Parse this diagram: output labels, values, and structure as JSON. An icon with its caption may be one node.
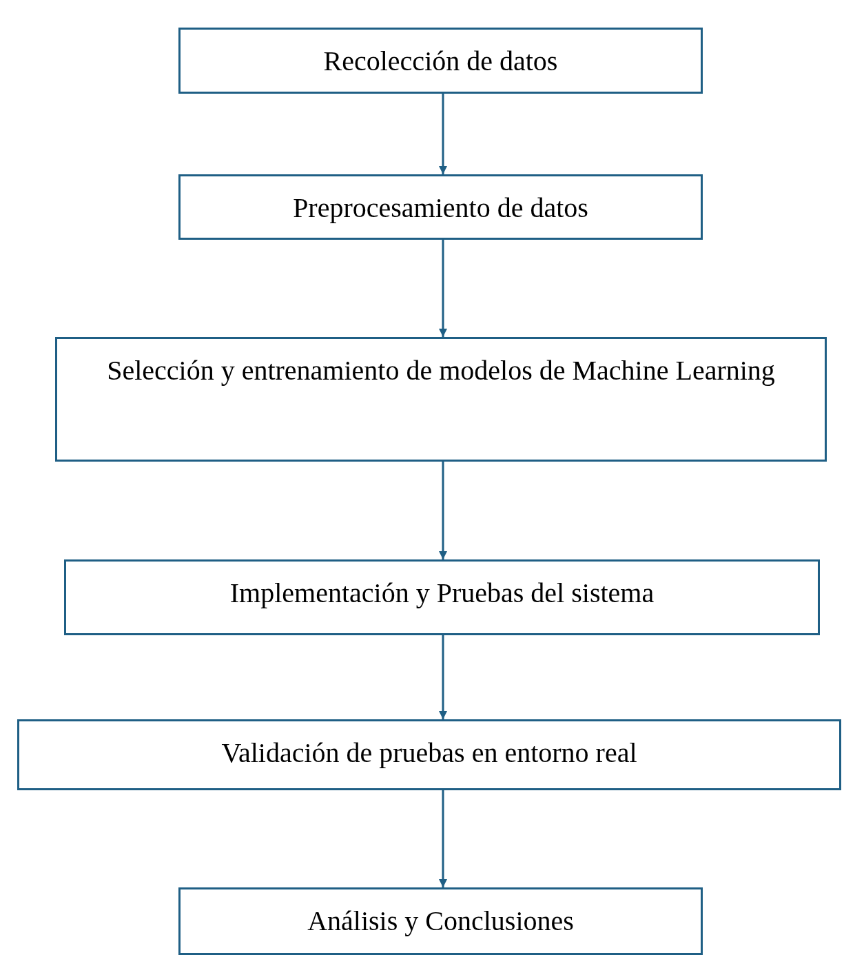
{
  "diagram": {
    "nodes": [
      {
        "text": [
          "Recolección de datos"
        ]
      },
      {
        "text": [
          "Preprocesamiento de datos"
        ]
      },
      {
        "text": [
          "Selección y entrenamiento de modelos de Machine Learning"
        ]
      },
      {
        "text": [
          "Implementación y Pruebas del sistema"
        ]
      },
      {
        "text": [
          "Validación de pruebas en entorno real"
        ]
      },
      {
        "text": [
          "Análisis y Conclusiones"
        ]
      }
    ],
    "edges": [
      {
        "from": 0,
        "to": 1,
        "arrow": "to"
      },
      {
        "from": 1,
        "to": 2,
        "arrow": "to"
      },
      {
        "from": 2,
        "to": 3,
        "arrow": "to"
      },
      {
        "from": 3,
        "to": 4,
        "arrow": "to"
      },
      {
        "from": 4,
        "to": 5,
        "arrow": "to"
      }
    ]
  }
}
